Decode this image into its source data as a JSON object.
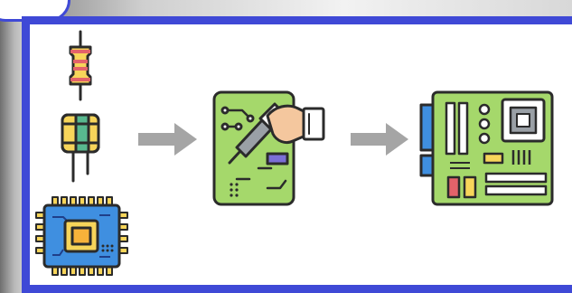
{
  "diagram": {
    "stages": [
      {
        "id": "components",
        "items": [
          "resistor",
          "capacitor",
          "microchip"
        ]
      },
      {
        "id": "soldering",
        "items": [
          "soldering-iron-on-pcb"
        ]
      },
      {
        "id": "assembled-board",
        "items": [
          "motherboard"
        ]
      }
    ],
    "connectors": [
      {
        "from": "components",
        "to": "soldering"
      },
      {
        "from": "soldering",
        "to": "assembled-board"
      }
    ]
  },
  "colors": {
    "frame": "#3f49d6",
    "arrow": "#a5a5a5",
    "pcb_green": "#a5d86b",
    "chip_blue": "#3f8fe0",
    "accent_yellow": "#f7d55a",
    "accent_red": "#e3626a",
    "outline": "#2b2b2b"
  },
  "icons": [
    "resistor-icon",
    "capacitor-icon",
    "microchip-icon",
    "soldering-iron-icon",
    "motherboard-icon",
    "arrow-right-icon"
  ]
}
